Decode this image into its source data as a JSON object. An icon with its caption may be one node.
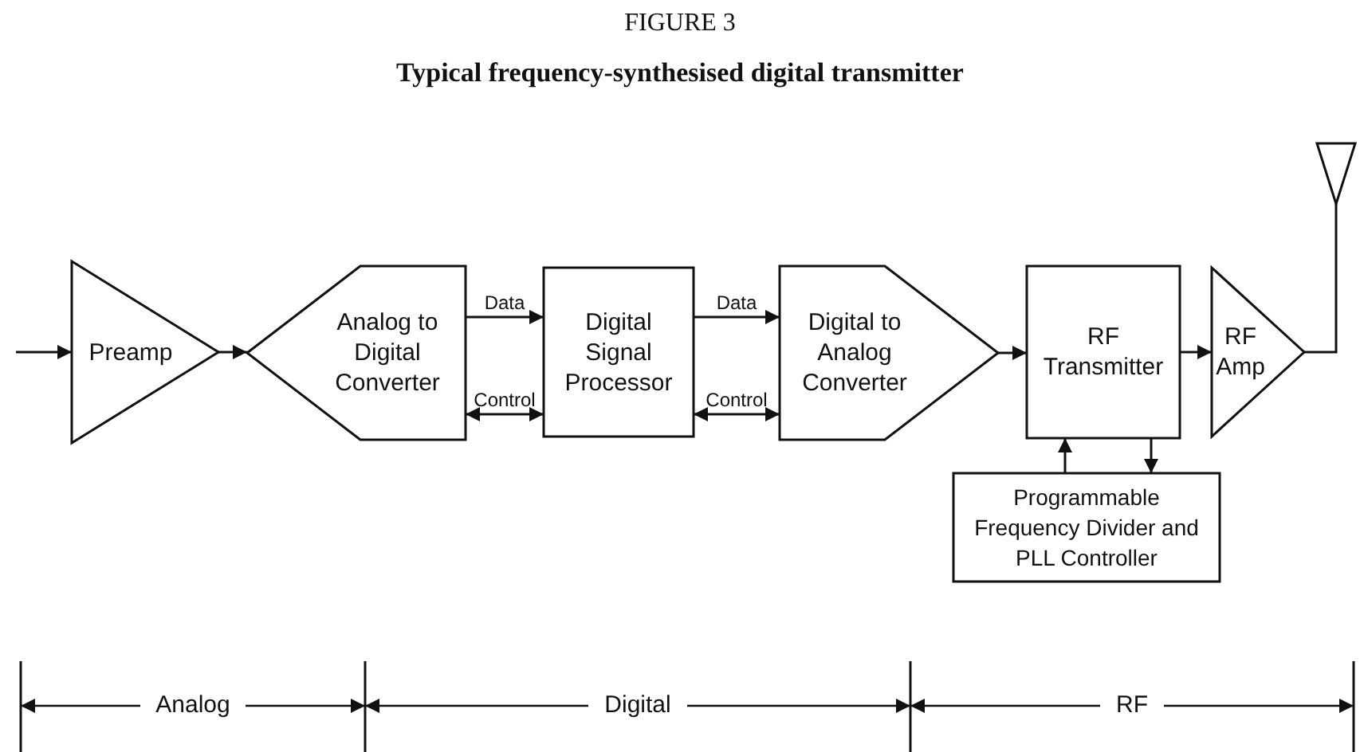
{
  "diagram": {
    "title": "Typical frequency-synthesised digital transmitter",
    "nodes": [
      {
        "text": [
          "Preamp"
        ]
      },
      {
        "text": [
          "Analog to Digital Converter"
        ]
      },
      {
        "text": [
          "Digital Signal Processor"
        ]
      },
      {
        "text": [
          "Digital to Analog Converter"
        ]
      },
      {
        "text": [
          "RF Transmitter"
        ]
      },
      {
        "text": [
          "RF Amp"
        ]
      },
      {
        "text": [
          "Programmable Frequency Divider and PLL Controller"
        ]
      },
      {
        "text": [],
        "shape": "triangle"
      }
    ],
    "edges": [
      {
        "from": null,
        "to": 0,
        "arrow": "to"
      },
      {
        "from": 0,
        "to": 1,
        "arrow": "to"
      },
      {
        "from": 1,
        "to": 2,
        "arrow": "to",
        "label": "Data"
      },
      {
        "from": 1,
        "to": 2,
        "arrow": "both",
        "label": "Control"
      },
      {
        "from": 2,
        "to": 3,
        "arrow": "to",
        "label": "Data"
      },
      {
        "from": 2,
        "to": 3,
        "arrow": "both",
        "label": "Control"
      },
      {
        "from": 3,
        "to": 4,
        "arrow": "to"
      },
      {
        "from": 4,
        "to": 5,
        "arrow": "to"
      },
      {
        "from": 6,
        "to": 4,
        "arrow": "to"
      },
      {
        "from": 4,
        "to": 6,
        "arrow": "to"
      },
      {
        "from": 5,
        "to": 7,
        "arrow": "none"
      }
    ],
    "labels": [
      "FIGURE 3",
      "Analog",
      "Digital",
      "RF"
    ]
  }
}
